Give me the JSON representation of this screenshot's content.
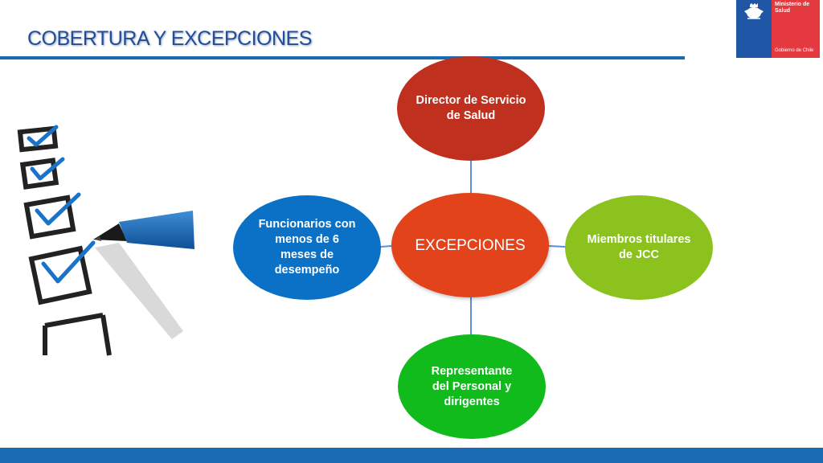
{
  "slide": {
    "title": "COBERTURA Y EXCEPCIONES",
    "colors": {
      "title": "#1f4e9c",
      "bars": "#1b6bb3"
    }
  },
  "logo": {
    "ministry": "Ministerio de Salud",
    "government": "Gobierno de Chile",
    "colors": {
      "left": "#1f57a6",
      "right": "#e3393f"
    }
  },
  "illustration": {
    "icon": "checklist-with-pen-icon",
    "checked_boxes": 4,
    "total_boxes": 5
  },
  "diagram": {
    "center": {
      "label": "EXCEPCIONES",
      "color": "#e2431a"
    },
    "nodes": [
      {
        "id": "top",
        "label": "Director de Servicio de Salud",
        "color": "#c0301f"
      },
      {
        "id": "right",
        "label": "Miembros titulares de JCC",
        "color": "#8bc21d"
      },
      {
        "id": "bottom",
        "label": "Representante del Personal y dirigentes",
        "color": "#11bb1c"
      },
      {
        "id": "left",
        "label": "Funcionarios con menos de 6 meses de desempeño",
        "color": "#0b71c6"
      }
    ]
  }
}
